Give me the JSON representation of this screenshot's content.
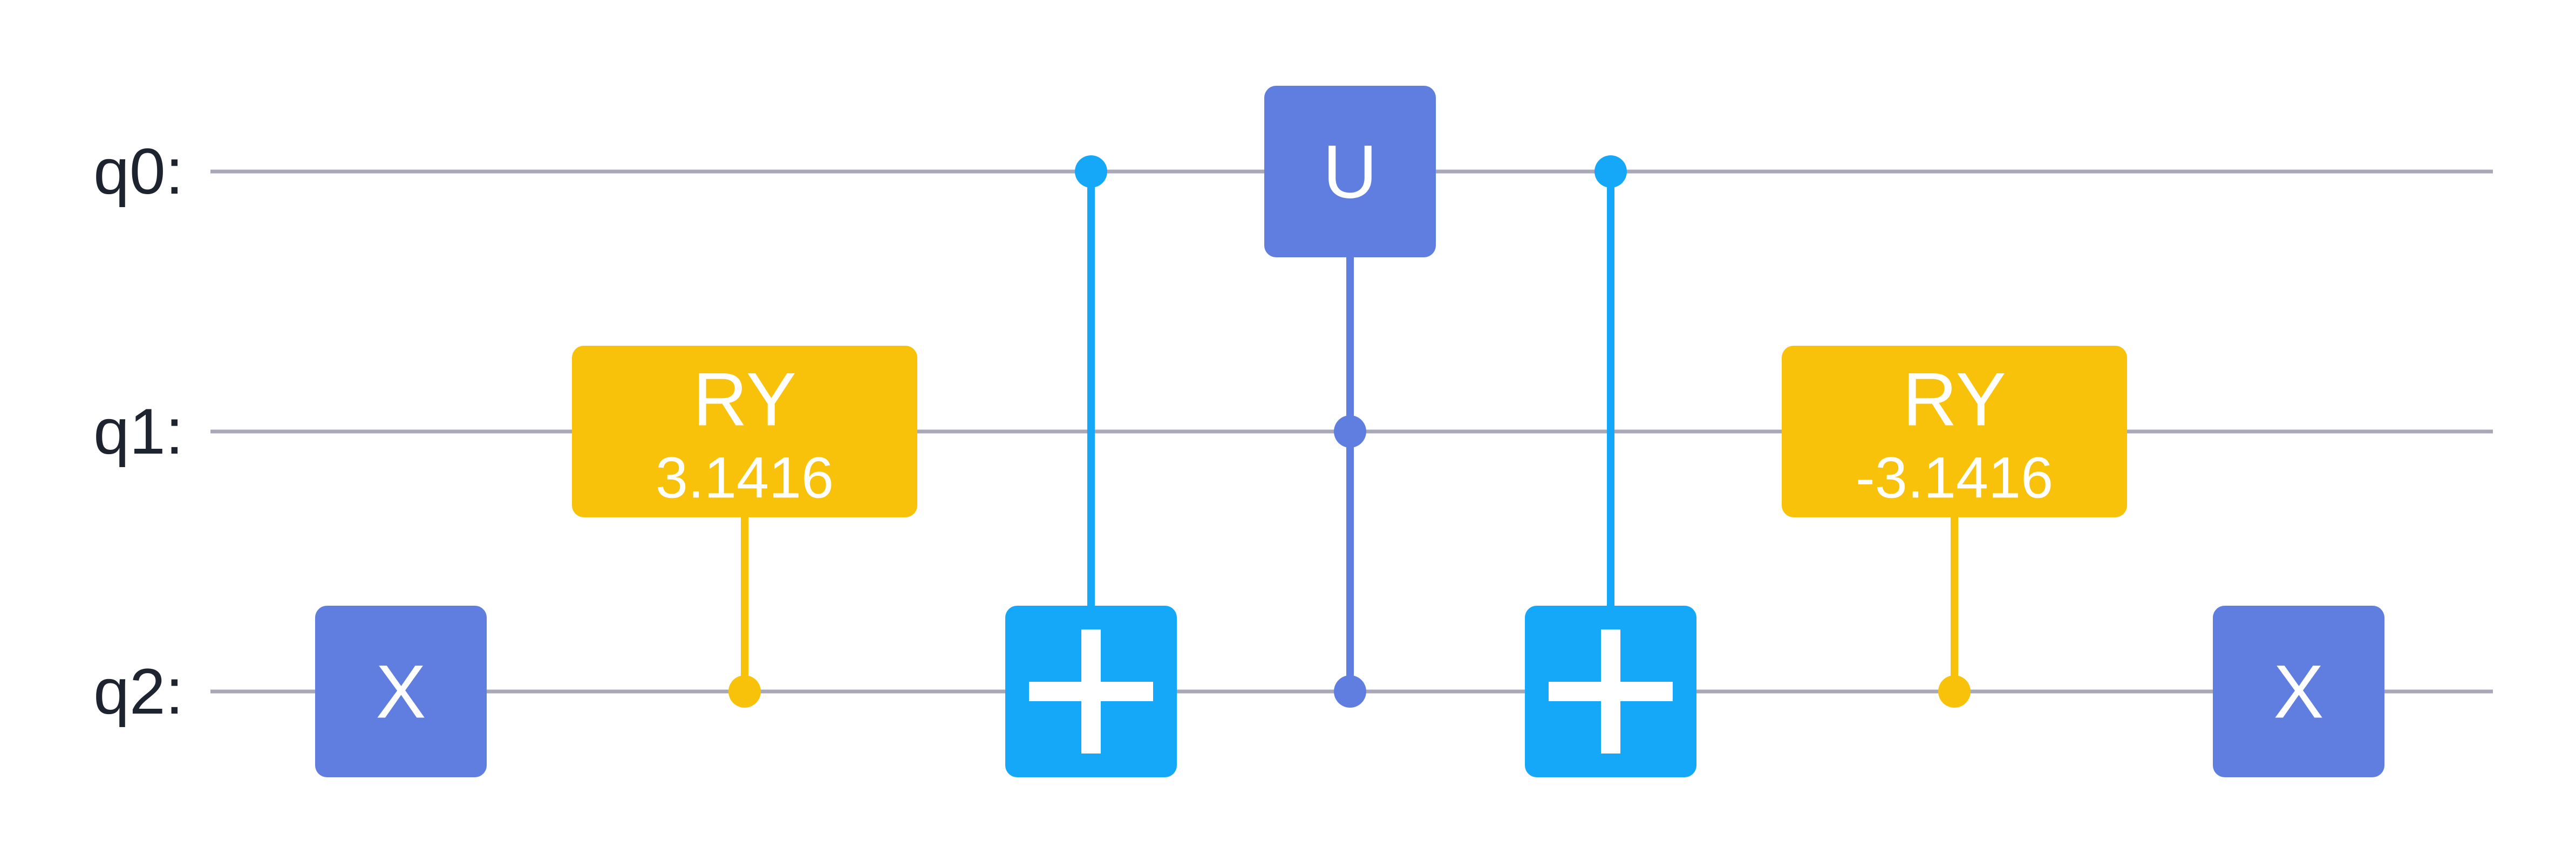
{
  "colors": {
    "wire": "#a8a8b8",
    "x_gate": "#5f7ee0",
    "ry_gate": "#f8c20b",
    "cnot": "#16a8f8",
    "u_gate": "#5f7ee0",
    "label": "#1e2330",
    "gate_text": "#ffffff"
  },
  "qubits": [
    {
      "label": "q0:"
    },
    {
      "label": "q1:"
    },
    {
      "label": "q2:"
    }
  ],
  "gates": [
    {
      "kind": "single",
      "name": "X",
      "target": 2,
      "color": "x_gate",
      "name_key": "x-gate-1"
    },
    {
      "kind": "controlled-box",
      "name": "RY",
      "param": "3.1416",
      "target": 1,
      "controls": [
        2
      ],
      "color": "ry_gate",
      "name_key": "ry-gate-1"
    },
    {
      "kind": "cnot",
      "target": 2,
      "controls": [
        0
      ],
      "color": "cnot",
      "name_key": "cnot-gate-1"
    },
    {
      "kind": "controlled-box",
      "name": "U",
      "target": 0,
      "controls": [
        1,
        2
      ],
      "color": "u_gate",
      "name_key": "u-gate"
    },
    {
      "kind": "cnot",
      "target": 2,
      "controls": [
        0
      ],
      "color": "cnot",
      "name_key": "cnot-gate-2"
    },
    {
      "kind": "controlled-box",
      "name": "RY",
      "param": "-3.1416",
      "target": 1,
      "controls": [
        2
      ],
      "color": "ry_gate",
      "name_key": "ry-gate-2"
    },
    {
      "kind": "single",
      "name": "X",
      "target": 2,
      "color": "x_gate",
      "name_key": "x-gate-2"
    }
  ]
}
